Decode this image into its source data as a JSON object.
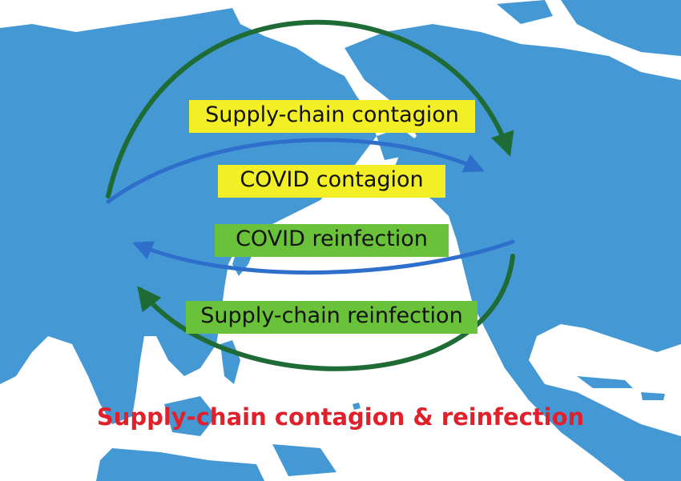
{
  "title": {
    "text": "Supply-chain contagion & reinfection",
    "color": "#e0202a"
  },
  "labels": {
    "supply_chain_contagion": "Supply-chain contagion",
    "covid_contagion": "COVID contagion",
    "covid_reinfection": "COVID reinfection",
    "supply_chain_reinfection": "Supply-chain reinfection"
  },
  "colors": {
    "ocean": "#ffffff",
    "land": "#4499d4",
    "contagion_label_bg": "#f2ef26",
    "reinfection_label_bg": "#69c23a",
    "supply_chain_arrow": "#1f6b35",
    "covid_arrow": "#2f6fcc",
    "title": "#e0202a"
  }
}
